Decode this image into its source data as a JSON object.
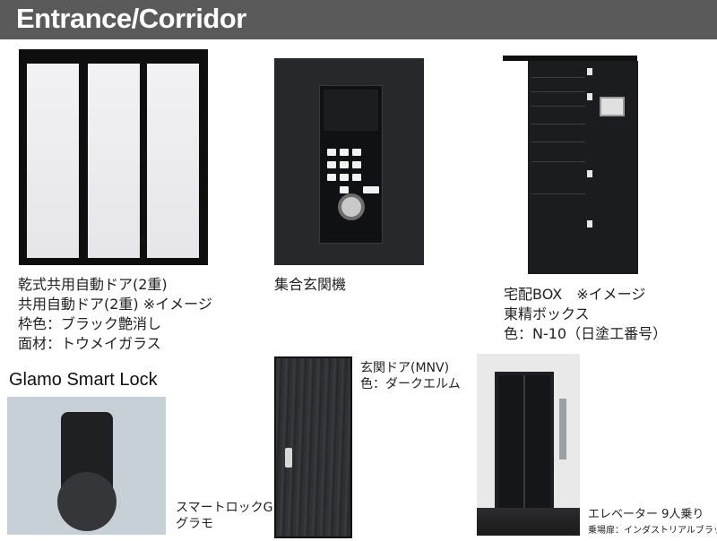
{
  "header": {
    "title": "Entrance/Corridor"
  },
  "items": {
    "auto_door": {
      "lines": [
        "乾式共用自動ドア(2重)",
        "共用自動ドア(2重) ※イメージ",
        "枠色：ブラック艶消し",
        "面材：トウメイガラス"
      ]
    },
    "intercom": {
      "lines": [
        "集合玄関機"
      ]
    },
    "delivery_box": {
      "lines": [
        "宅配BOX　※イメージ",
        "東精ボックス",
        "色：N-10（日塗工番号）"
      ]
    },
    "smart_lock": {
      "title": "Glamo Smart Lock",
      "lines": [
        "スマートロックG",
        "グラモ"
      ]
    },
    "entrance_door": {
      "lines": [
        "玄関ドア(MNV)",
        "色：ダークエルム"
      ]
    },
    "elevator": {
      "lines": [
        "エレベーター 9人乗り",
        "乗場扉：インダストリアルブラック"
      ]
    }
  }
}
